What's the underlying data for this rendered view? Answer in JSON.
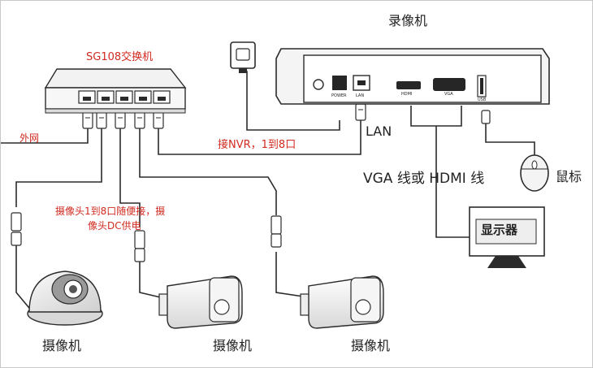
{
  "colors": {
    "annotation_red": "#d12a1f",
    "line_dark": "#2b2b2b",
    "device_body": "#f4f4f4",
    "device_panel": "#262626"
  },
  "nvr": {
    "title": "录像机",
    "ports": {
      "power": "POWER",
      "lan": "LAN",
      "hdmi": "HDMI",
      "vga": "VGA",
      "usb": "USB"
    }
  },
  "switch": {
    "title": "SG108交换机"
  },
  "labels": {
    "external_net": "外网",
    "connect_nvr": "接NVR，1到8口",
    "lan": "LAN",
    "vga_hdmi": "VGA 线或 HDMI 线",
    "mouse": "鼠标",
    "monitor": "显示器",
    "camera_note_line1": "摄像头1到8口随便接，摄",
    "camera_note_line2": "像头DC供电"
  },
  "cameras": [
    {
      "type": "dome",
      "label": "摄像机"
    },
    {
      "type": "bullet",
      "label": "摄像机"
    },
    {
      "type": "bullet",
      "label": "摄像机"
    }
  ]
}
